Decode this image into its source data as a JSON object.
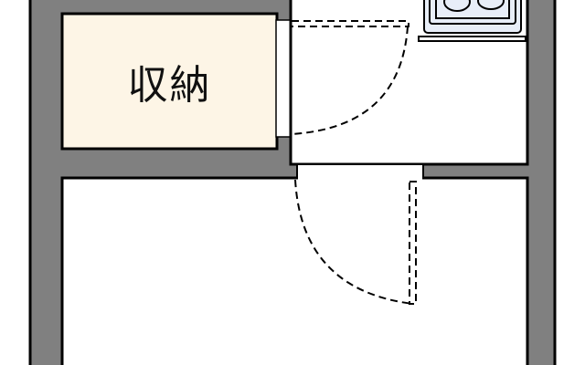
{
  "floor_plan": {
    "rooms": [
      {
        "id": "storage",
        "label": "収納",
        "fill": "#fdf5e6"
      },
      {
        "id": "kitchen-hall",
        "label": "",
        "fill": "#ffffff"
      },
      {
        "id": "main-room",
        "label": "",
        "fill": "#ffffff"
      }
    ],
    "colors": {
      "wall": "#808080",
      "wall_outline": "#000000",
      "storage_fill": "#fdf5e6",
      "stove_fill": "#e8eef8",
      "floor": "#ffffff"
    },
    "fixtures": [
      {
        "id": "stove",
        "type": "two-burner-stove"
      }
    ],
    "doors": [
      {
        "id": "storage-door",
        "type": "swing",
        "style": "dashed"
      },
      {
        "id": "room-door",
        "type": "swing",
        "style": "dashed"
      }
    ]
  }
}
